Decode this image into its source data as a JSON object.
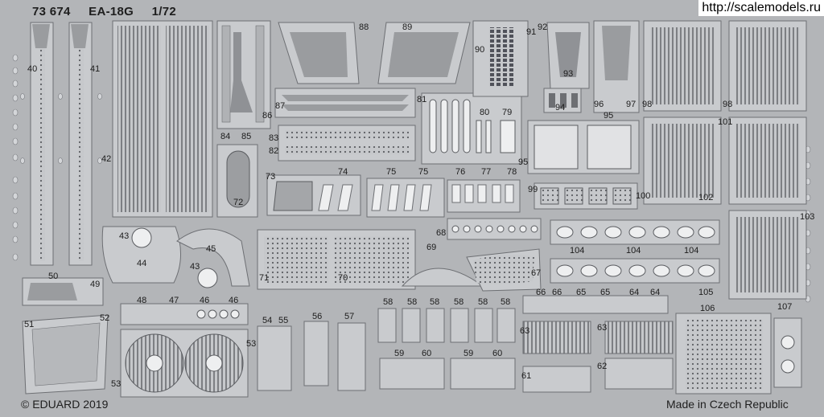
{
  "header": {
    "code": "73 674",
    "model": "EA-18G",
    "scale": "1/72"
  },
  "footer": {
    "copyright": "© EDUARD 2019",
    "origin": "Made in Czech Republic"
  },
  "watermark": "http://scalemodels.ru",
  "part_numbers": [
    "40",
    "41",
    "42",
    "43",
    "43",
    "44",
    "45",
    "46",
    "46",
    "47",
    "48",
    "49",
    "50",
    "51",
    "52",
    "53",
    "53",
    "54",
    "55",
    "56",
    "57",
    "58",
    "58",
    "58",
    "58",
    "58",
    "58",
    "59",
    "59",
    "60",
    "60",
    "61",
    "62",
    "63",
    "63",
    "64",
    "64",
    "65",
    "65",
    "66",
    "66",
    "67",
    "68",
    "69",
    "70",
    "71",
    "72",
    "73",
    "74",
    "75",
    "75",
    "76",
    "77",
    "78",
    "79",
    "80",
    "81",
    "82",
    "83",
    "84",
    "85",
    "86",
    "87",
    "88",
    "89",
    "90",
    "91",
    "92",
    "93",
    "94",
    "95",
    "95",
    "96",
    "97",
    "98",
    "98",
    "99",
    "100",
    "101",
    "102",
    "103",
    "104",
    "104",
    "104",
    "105",
    "106",
    "107"
  ],
  "colors": {
    "fret": "#b3b5b8",
    "part": "#c9cbce",
    "detail": "#5a5c60"
  }
}
